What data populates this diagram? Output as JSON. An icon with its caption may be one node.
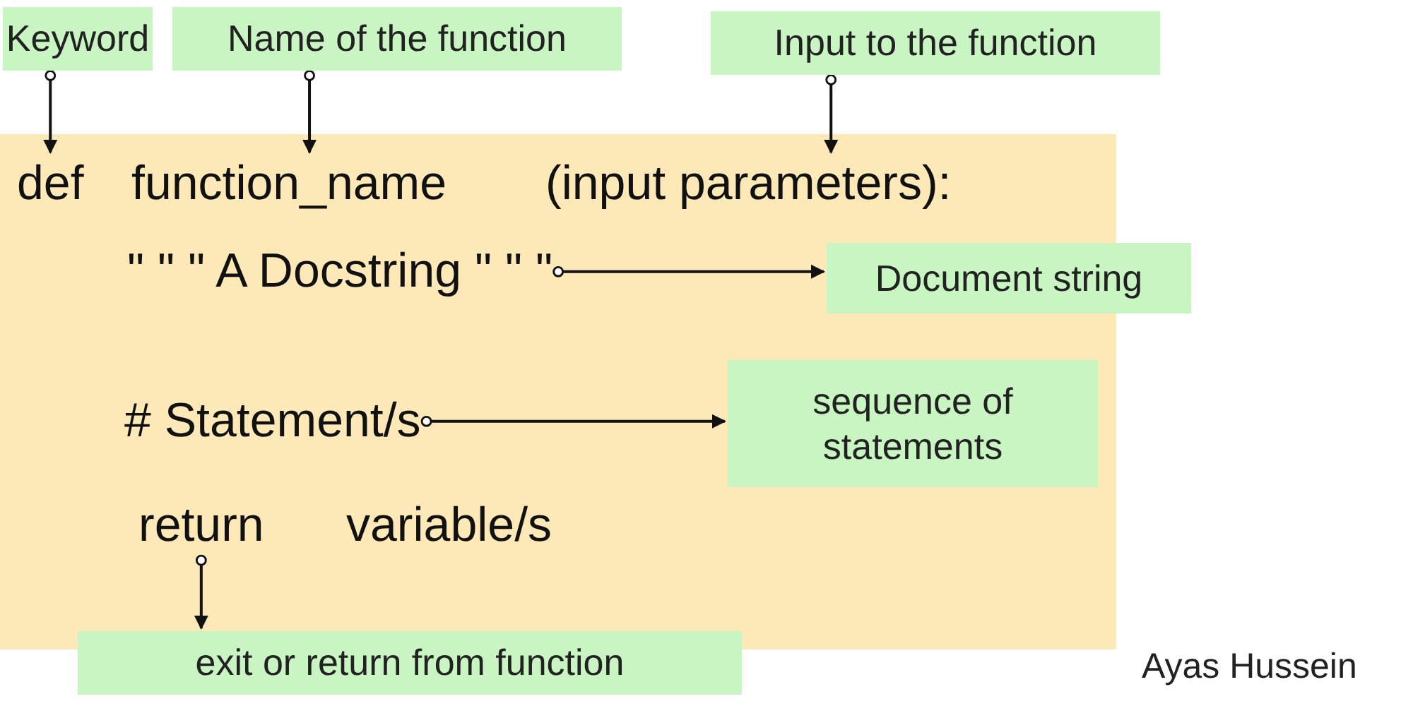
{
  "diagram": {
    "nodes": [
      {
        "text": [
          "Keyword"
        ]
      },
      {
        "text": [
          "Name of the function"
        ]
      },
      {
        "text": [
          "Input to the function"
        ]
      },
      {
        "text": [],
        "shape": "box"
      },
      {
        "text": [
          "def"
        ],
        "in": 3
      },
      {
        "text": [
          "function_name"
        ],
        "in": 3
      },
      {
        "text": [
          "(input parameters):"
        ],
        "in": 3
      },
      {
        "text": [
          "\" \" \" A Docstring \" \" \""
        ],
        "in": 3
      },
      {
        "text": [
          "Document string"
        ]
      },
      {
        "text": [
          "# Statement/s"
        ],
        "in": 3
      },
      {
        "text": [
          "sequence of statements"
        ],
        "in": 3
      },
      {
        "text": [
          "return"
        ],
        "in": 3
      },
      {
        "text": [
          "variable/s"
        ],
        "in": 3
      },
      {
        "text": [
          "exit or return from function"
        ]
      }
    ],
    "edges": [
      {
        "from": 0,
        "to": 4,
        "arrow": "to"
      },
      {
        "from": 1,
        "to": 5,
        "arrow": "to"
      },
      {
        "from": 2,
        "to": 6,
        "arrow": "to"
      },
      {
        "from": 7,
        "to": 8,
        "arrow": "to"
      },
      {
        "from": 9,
        "to": 10,
        "arrow": "to"
      },
      {
        "from": 11,
        "to": 13,
        "arrow": "to"
      }
    ],
    "labels": [
      "Ayas Hussein"
    ]
  }
}
